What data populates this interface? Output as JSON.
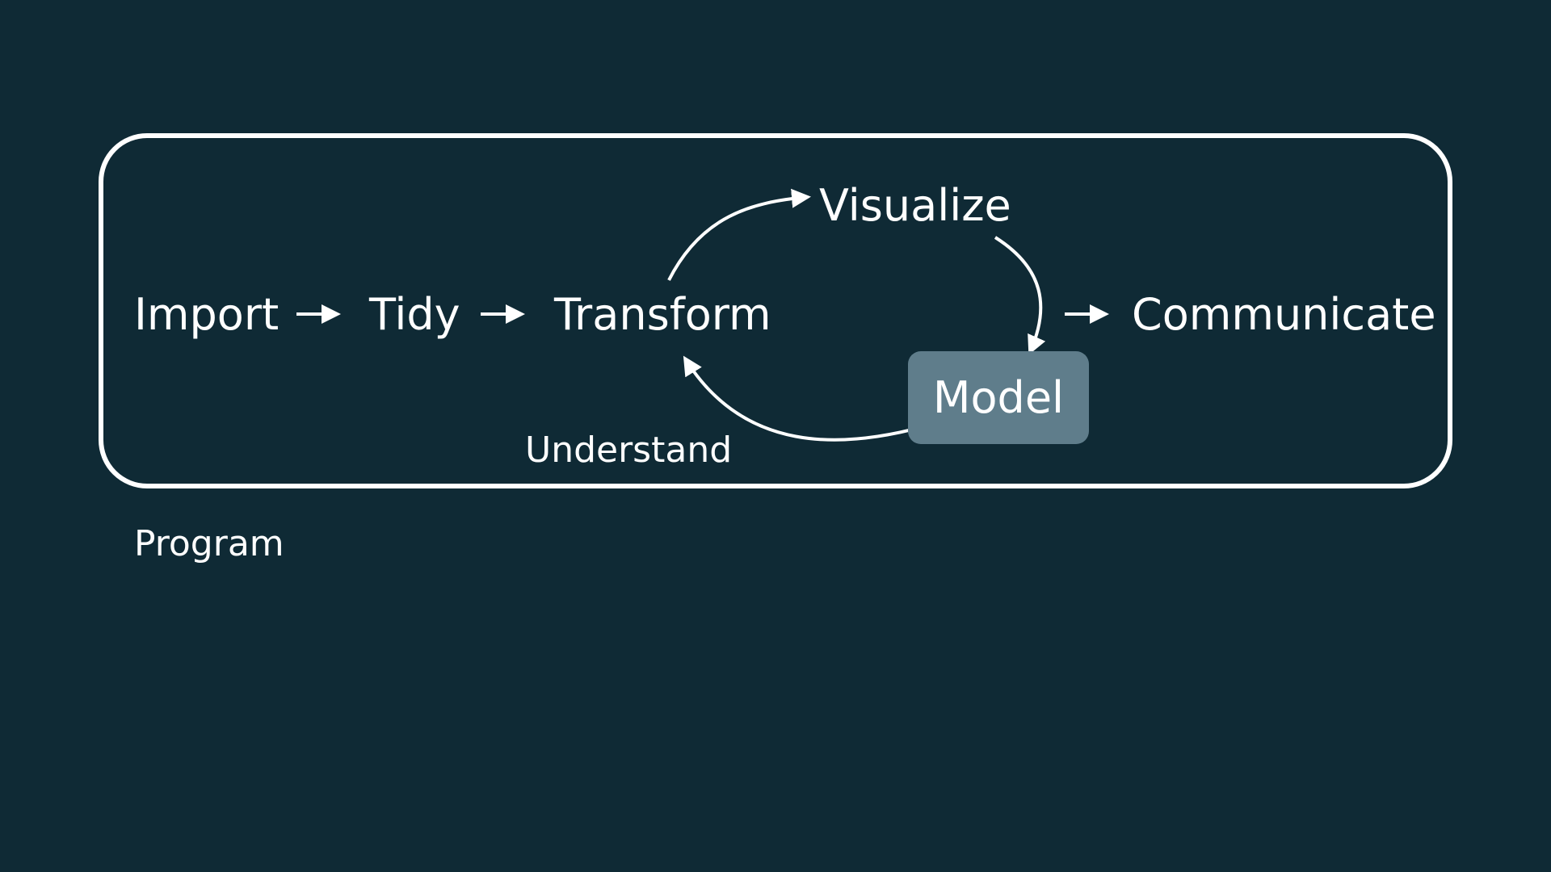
{
  "diagram": {
    "steps": {
      "import": "Import",
      "tidy": "Tidy",
      "transform": "Transform",
      "visualize": "Visualize",
      "model": "Model",
      "communicate": "Communicate"
    },
    "cycle_label": "Understand",
    "frame_label": "Program"
  },
  "colors": {
    "background": "#0f2a35",
    "foreground": "#ffffff",
    "model_highlight": "#5f7d8b"
  }
}
